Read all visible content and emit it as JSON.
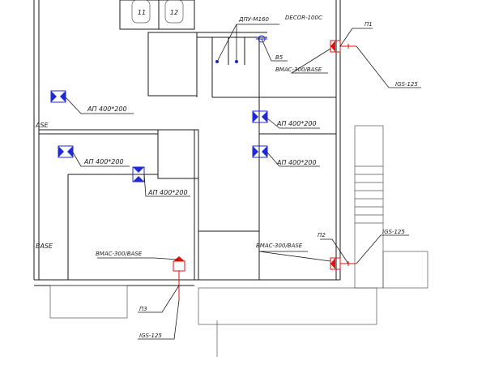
{
  "rooms": [
    {
      "id": "r11",
      "text": "11"
    },
    {
      "id": "r12",
      "text": "12"
    }
  ],
  "labels": {
    "ap_top_left": "АП 400*200",
    "ap_mid_right_1": "АП 400*200",
    "ap_mid_right_2": "АП 400*200",
    "ap_left_mid": "АП 400*200",
    "ap_center": "АП 400*200",
    "dpu": "ДПУ-М160",
    "decor": "DECOR-100C",
    "v5": "В5",
    "bmac_top": "BMAC-300/BASE",
    "p1": "П1",
    "igs_top": "IGS-125",
    "base_left_top": "ASE",
    "base_left_bottom": "BASE",
    "bmac_bottom_right": "BMAC-300/BASE",
    "p2": "П2",
    "igs_mid": "IGS-125",
    "bmac_bottom_left": "BMAC-300/BASE",
    "p3": "П3",
    "igs_bottom": "IGS-125"
  },
  "colors": {
    "supply_grille": "#1f2ad6",
    "equipment": "#e01010",
    "lines": "#1a1a1a"
  },
  "icons": {
    "grille": "air-grille-icon",
    "unit": "ventilation-unit-icon"
  }
}
